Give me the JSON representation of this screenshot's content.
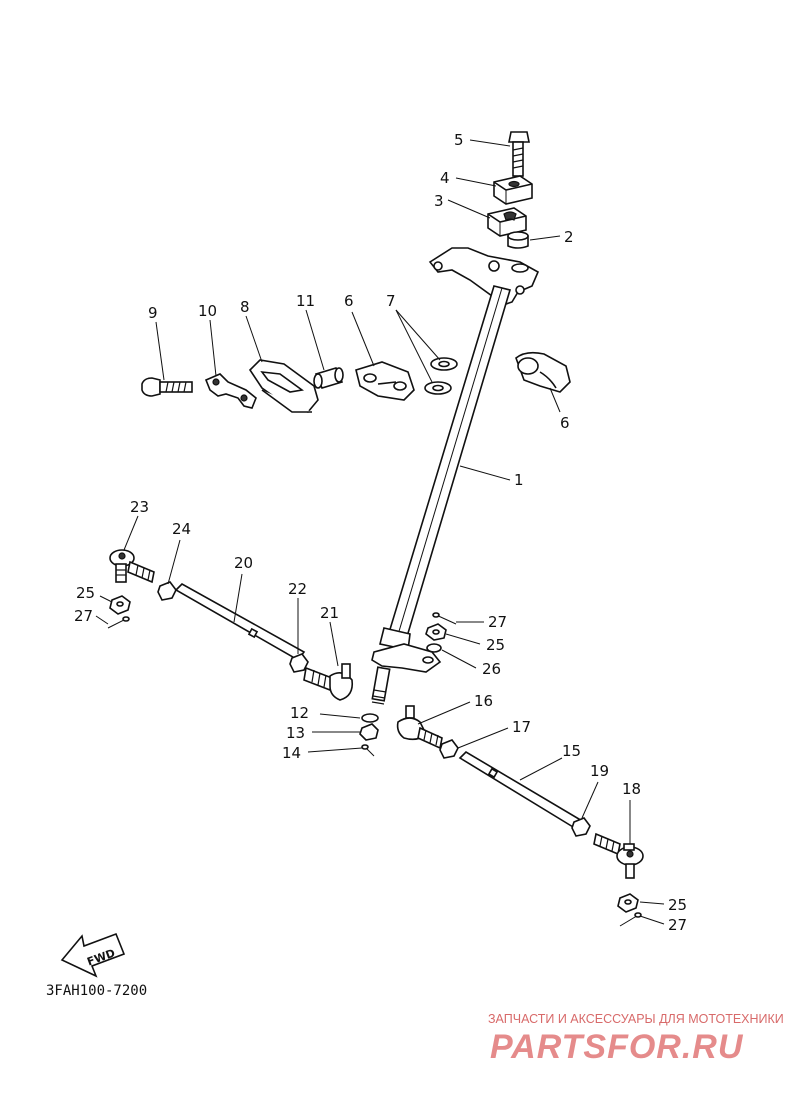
{
  "diagram_code": "3FAH100-7200",
  "fwd_label": "FWD",
  "watermark": {
    "tagline": "ЗАПЧАСТИ И АКСЕССУАРЫ ДЛЯ МОТОТЕХНИКИ",
    "logo": "PARTSFOR.RU"
  },
  "callouts": [
    {
      "id": "c5",
      "text": "5"
    },
    {
      "id": "c4",
      "text": "4"
    },
    {
      "id": "c3",
      "text": "3"
    },
    {
      "id": "c2",
      "text": "2"
    },
    {
      "id": "c9",
      "text": "9"
    },
    {
      "id": "c10",
      "text": "10"
    },
    {
      "id": "c8",
      "text": "8"
    },
    {
      "id": "c11",
      "text": "11"
    },
    {
      "id": "c6a",
      "text": "6"
    },
    {
      "id": "c7",
      "text": "7"
    },
    {
      "id": "c6b",
      "text": "6"
    },
    {
      "id": "c1",
      "text": "1"
    },
    {
      "id": "c23",
      "text": "23"
    },
    {
      "id": "c24",
      "text": "24"
    },
    {
      "id": "c20",
      "text": "20"
    },
    {
      "id": "c25a",
      "text": "25"
    },
    {
      "id": "c27a",
      "text": "27"
    },
    {
      "id": "c22",
      "text": "22"
    },
    {
      "id": "c21",
      "text": "21"
    },
    {
      "id": "c27b",
      "text": "27"
    },
    {
      "id": "c25b",
      "text": "25"
    },
    {
      "id": "c26",
      "text": "26"
    },
    {
      "id": "c12",
      "text": "12"
    },
    {
      "id": "c13",
      "text": "13"
    },
    {
      "id": "c14",
      "text": "14"
    },
    {
      "id": "c16",
      "text": "16"
    },
    {
      "id": "c17",
      "text": "17"
    },
    {
      "id": "c15",
      "text": "15"
    },
    {
      "id": "c19",
      "text": "19"
    },
    {
      "id": "c18",
      "text": "18"
    },
    {
      "id": "c25c",
      "text": "25"
    },
    {
      "id": "c27c",
      "text": "27"
    }
  ]
}
